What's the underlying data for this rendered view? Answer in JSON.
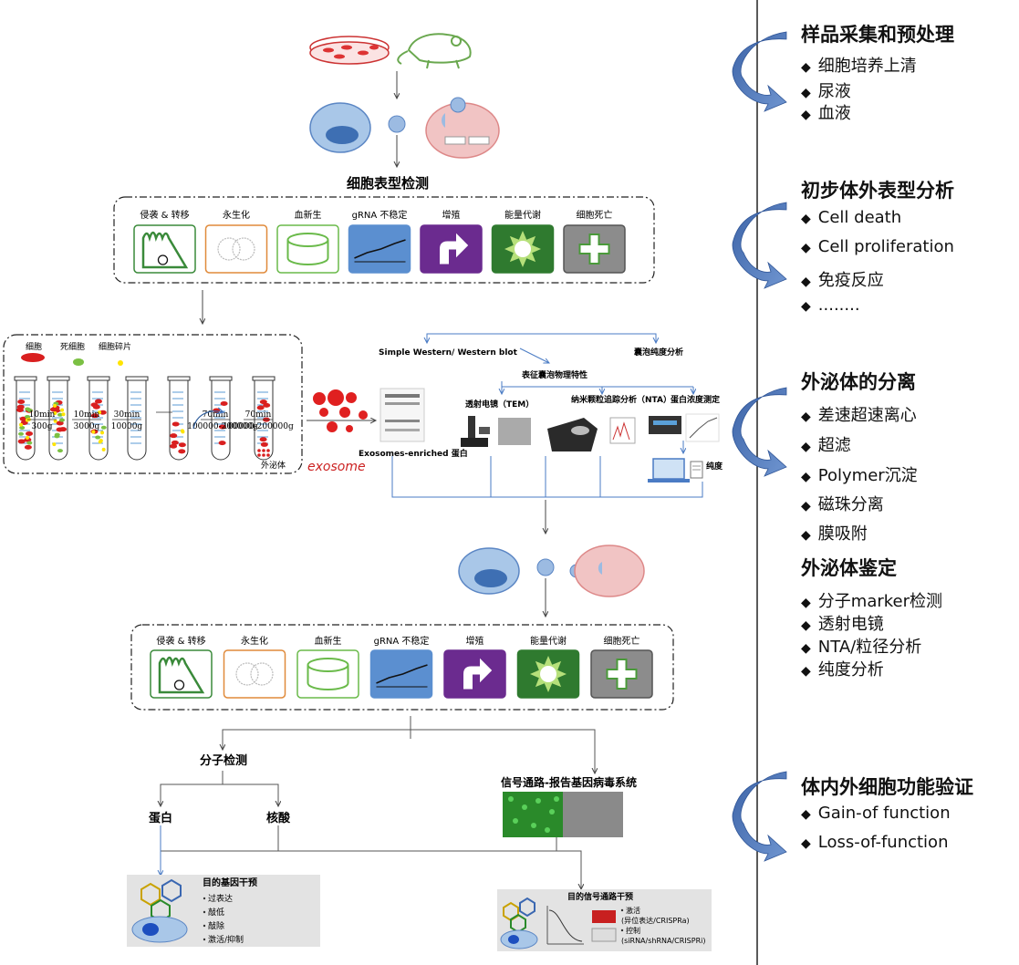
{
  "top_flow": {
    "phenotype_title": "细胞表型检测",
    "phenotype_tiles": [
      {
        "label": "侵袭 & 转移",
        "icon": "invasion-cell-icon"
      },
      {
        "label": "永生化",
        "icon": "immortal-cell-icon"
      },
      {
        "label": "血新生",
        "icon": "vessel-icon"
      },
      {
        "label": "gRNA 不稳定",
        "icon": "grna-plot-icon"
      },
      {
        "label": "增殖",
        "icon": "arrow-icon"
      },
      {
        "label": "能量代谢",
        "icon": "sun-icon"
      },
      {
        "label": "细胞死亡",
        "icon": "cross-icon"
      }
    ],
    "bottom_tiles": [
      {
        "label": "侵袭 & 转移"
      },
      {
        "label": "永生化"
      },
      {
        "label": "血新生"
      },
      {
        "label": "gRNA 不稳定"
      },
      {
        "label": "增殖"
      },
      {
        "label": "能量代谢"
      },
      {
        "label": "细胞死亡"
      }
    ]
  },
  "centrifuge": {
    "legend": [
      "细胞",
      "死细胞",
      "细胞碎片"
    ],
    "steps": [
      "10min 300g",
      "10min 3000g",
      "30min 10000g",
      "70min 100000-200000g",
      "70min 100000-200000g"
    ],
    "exosome_tube_label": "外泌体",
    "exosome_word": "exosome",
    "enriched_label": "Exosomes-enriched 蛋白"
  },
  "characterization": {
    "western": "Simple Western/ Western blot",
    "purity_analysis": "囊泡纯度分析",
    "physical": "表征囊泡物理特性",
    "tem": "透射电镜（TEM）",
    "nta": "纳米颗粒追踪分析（NTA）",
    "protein_conc": "蛋白浓度测定",
    "purity": "纯度"
  },
  "lower_flow": {
    "molecular_detection": "分子检测",
    "protein": "蛋白",
    "nucleic_acid": "核酸",
    "signal_title": "信号通路-报告基因病毒系统",
    "gene_box_title": "目的基因干预",
    "gene_box_items": [
      "过表达",
      "敲低",
      "敲除",
      "激活/抑制"
    ],
    "pathway_box_title": "目的信号通路干预",
    "pathway_box_items": [
      "激活",
      "(异位表达/CRISPRa)",
      "控制",
      "(siRNA/shRNA/CRISPRi)"
    ]
  },
  "right_panel": {
    "sections": [
      {
        "title": "样品采集和预处理",
        "items": [
          "细胞培养上清",
          "尿液",
          "血液"
        ]
      },
      {
        "title": "初步体外表型分析",
        "items": [
          "Cell death",
          "Cell proliferation",
          "免疫反应",
          "........"
        ]
      },
      {
        "title": "外泌体的分离",
        "items": [
          "差速超速离心",
          "超滤",
          "Polymer沉淀",
          "磁珠分离",
          "膜吸附"
        ]
      },
      {
        "title": "外泌体鉴定",
        "items": [
          "分子marker检测",
          "透射电镜",
          "NTA/粒径分析",
          "纯度分析"
        ]
      },
      {
        "title": "体内外细胞功能验证",
        "items": [
          "Gain-of function",
          "Loss-of-function"
        ]
      }
    ],
    "bullet_symbol": "◆",
    "accent_color": "#3a67b1"
  }
}
